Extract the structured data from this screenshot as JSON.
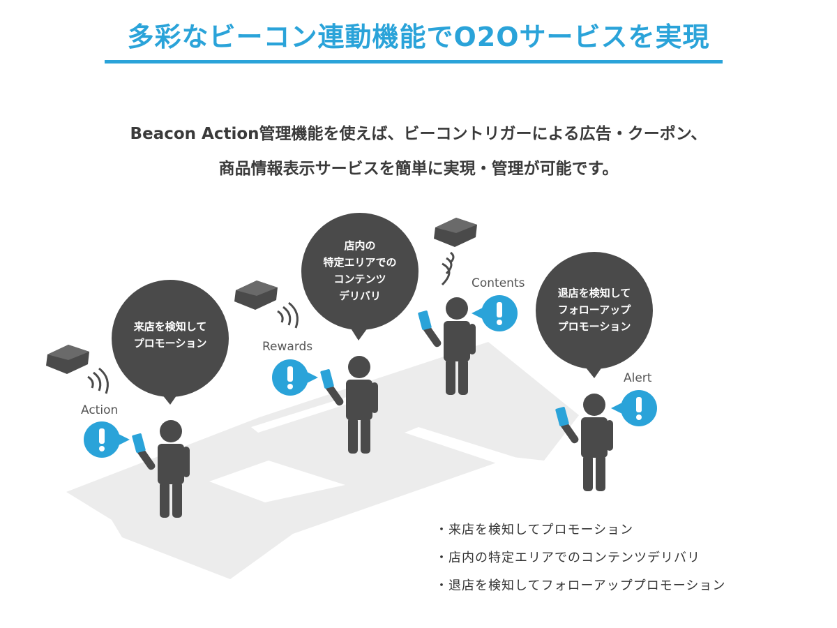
{
  "title": "多彩なビーコン連動機能でO2Oサービスを実現",
  "lead": {
    "line1": "Beacon Action管理機能を使えば、ビーコントリガーによる広告・クーポン、",
    "line2": "商品情報表示サービスを簡単に実現・管理が可能です。"
  },
  "bubbles": {
    "b1": "来店を検知して\nプロモーション",
    "b2": "店内の\n特定エリアでの\nコンテンツ\nデリバリ",
    "b3": "退店を検知して\nフォローアップ\nプロモーション"
  },
  "tags": {
    "action": "Action",
    "rewards": "Rewards",
    "contents": "Contents",
    "alert": "Alert"
  },
  "features": [
    "・来店を検知してプロモーション",
    "・店内の特定エリアでのコンテンツデリバリ",
    "・退店を検知してフォローアッププロモーション"
  ],
  "colors": {
    "accent": "#2aa3d9",
    "figure": "#4a4a4a",
    "floor": "#ececec"
  }
}
